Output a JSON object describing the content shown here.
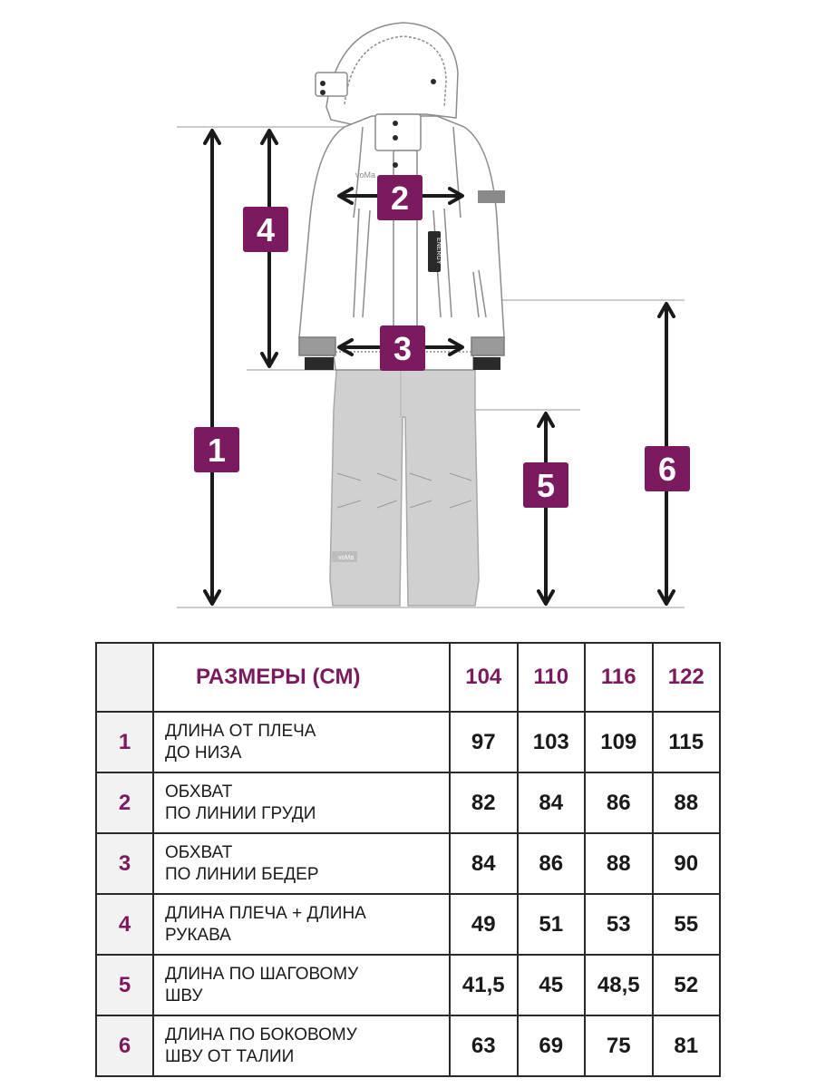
{
  "figure": {
    "markers": [
      "1",
      "2",
      "3",
      "4",
      "5",
      "6"
    ],
    "jacket_brand": "voMa",
    "pants_brand": "voMa",
    "zipper_tag": "ENERGY",
    "colors": {
      "accent": "#7b1a5e",
      "outline": "#8c8c8c",
      "pants_fill": "#d0d0d0",
      "arrow": "#1a1a1a"
    }
  },
  "table": {
    "header": {
      "title": "РАЗМЕРЫ (СМ)",
      "sizes": [
        "104",
        "110",
        "116",
        "122"
      ]
    },
    "rows": [
      {
        "index": "1",
        "name_lines": [
          "ДЛИНА ОТ ПЛЕЧА",
          "ДО НИЗА"
        ],
        "values": [
          "97",
          "103",
          "109",
          "115"
        ]
      },
      {
        "index": "2",
        "name_lines": [
          "ОБХВАТ",
          "ПО ЛИНИИ ГРУДИ"
        ],
        "values": [
          "82",
          "84",
          "86",
          "88"
        ]
      },
      {
        "index": "3",
        "name_lines": [
          "ОБХВАТ",
          "ПО ЛИНИИ БЕДЕР"
        ],
        "values": [
          "84",
          "86",
          "88",
          "90"
        ]
      },
      {
        "index": "4",
        "name_lines": [
          "ДЛИНА ПЛЕЧА + ДЛИНА",
          "РУКАВА"
        ],
        "values": [
          "49",
          "51",
          "53",
          "55"
        ]
      },
      {
        "index": "5",
        "name_lines": [
          "ДЛИНА ПО ШАГОВОМУ",
          "ШВУ"
        ],
        "values": [
          "41,5",
          "45",
          "48,5",
          "52"
        ]
      },
      {
        "index": "6",
        "name_lines": [
          "ДЛИНА ПО БОКОВОМУ",
          "ШВУ ОТ ТАЛИИ"
        ],
        "values": [
          "63",
          "69",
          "75",
          "81"
        ]
      }
    ]
  }
}
